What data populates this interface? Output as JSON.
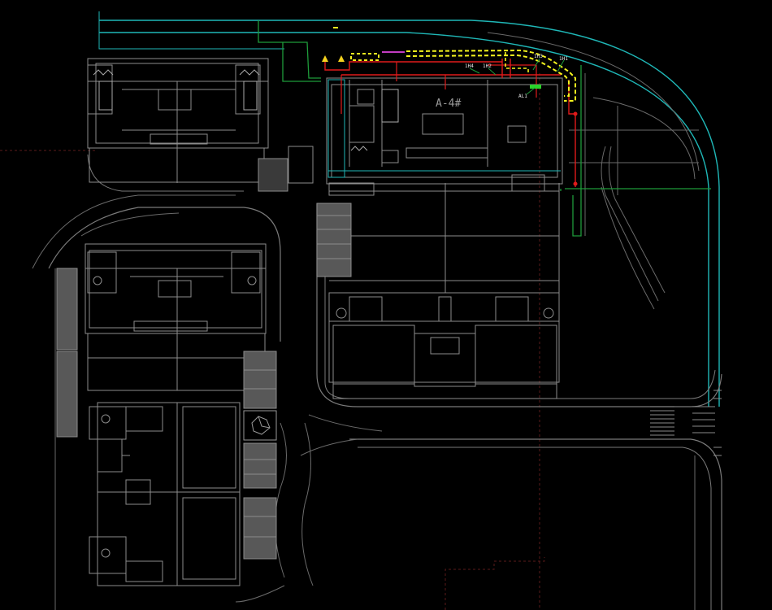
{
  "drawing": {
    "building_label": "A-4#",
    "tags": [
      "1H4",
      "1H2",
      "1H3",
      "1H1",
      "AL1"
    ]
  },
  "colors": {
    "background": "#000000",
    "building_line": "#8c8c8c",
    "building_fill": "#5a5a5a",
    "road_cyan": "#1fb7b7",
    "site_green": "#1e9b3a",
    "cable_red": "#e01a1a",
    "cable_yellow": "#f5f51e",
    "cable_magenta": "#c23cc2",
    "tag_white": "#e8e8e8"
  }
}
